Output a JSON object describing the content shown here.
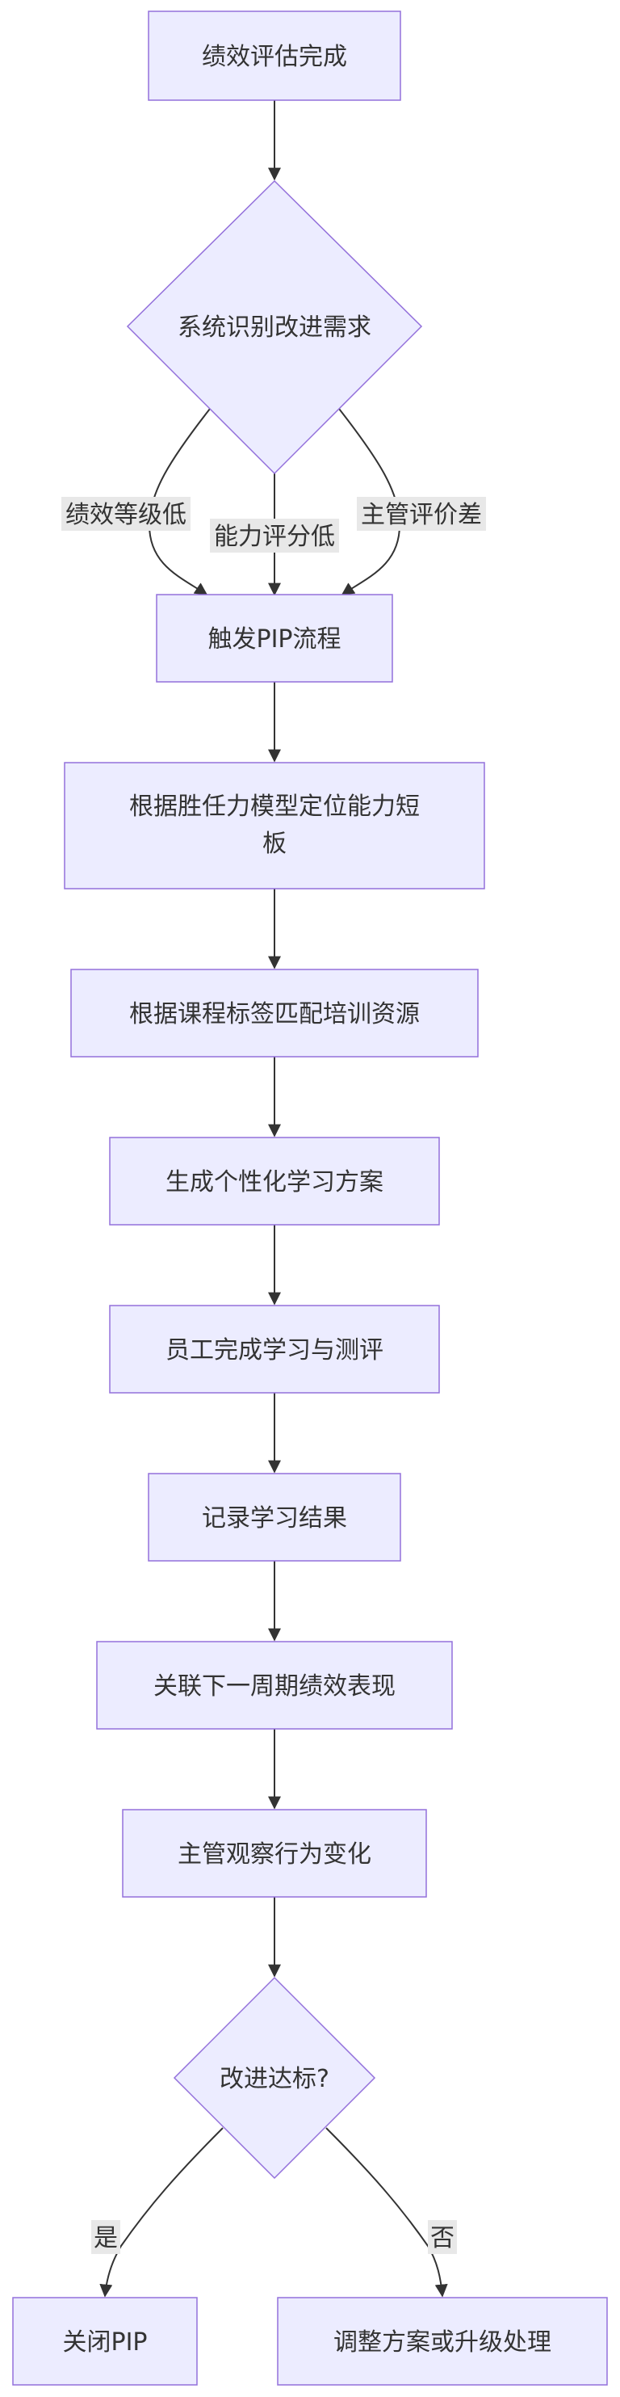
{
  "nodes": {
    "n1": "绩效评估完成",
    "d1": "系统识别改进需求",
    "n2": "触发PIP流程",
    "n3_line1": "根据胜任力模型定位能力短",
    "n3_line2": "板",
    "n4": "根据课程标签匹配培训资源",
    "n5": "生成个性化学习方案",
    "n6": "员工完成学习与测评",
    "n7": "记录学习结果",
    "n8": "关联下一周期绩效表现",
    "n9": "主管观察行为变化",
    "d2": "改进达标?",
    "n10": "关闭PIP",
    "n11": "调整方案或升级处理"
  },
  "edge_labels": {
    "e_left": "绩效等级低",
    "e_mid": "能力评分低",
    "e_right": "主管评价差",
    "e_yes": "是",
    "e_no": "否"
  }
}
